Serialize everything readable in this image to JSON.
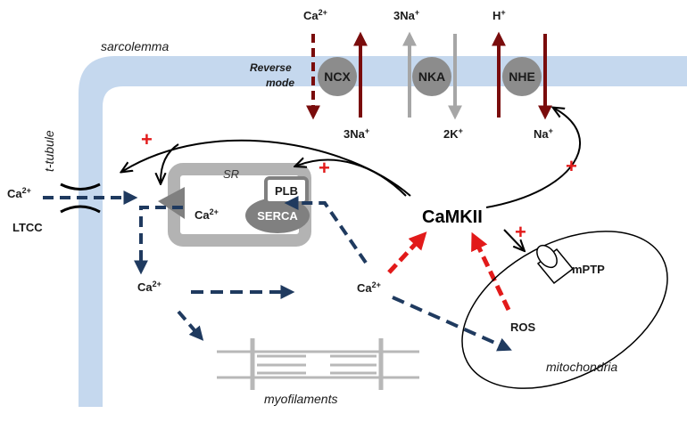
{
  "labels": {
    "sarcolemma": "sarcolemma",
    "t_tubule": "t-tubule",
    "reverse_mode_1": "Reverse",
    "reverse_mode_2": "mode",
    "ncx": "NCX",
    "nka": "NKA",
    "nhe": "NHE",
    "ca_top": "Ca",
    "three_na_top": "3Na",
    "h_top": "H",
    "three_na_bottom": "3Na",
    "two_k": "2K",
    "na_bottom": "Na",
    "ca_ltcc": "Ca",
    "ltcc": "LTCC",
    "sr": "SR",
    "plb": "PLB",
    "serca": "SERCA",
    "ca_sr": "Ca",
    "ca_left": "Ca",
    "ca_mid": "Ca",
    "camkii": "CaMKII",
    "mptp": "mPTP",
    "ros": "ROS",
    "mitochondria": "mitochondria",
    "myofilaments": "myofilaments",
    "plus": "+"
  },
  "superscripts": {
    "ca": "2+",
    "na": "+",
    "h": "+",
    "k": "+"
  },
  "colors": {
    "membrane": "#c5d8ee",
    "navy": "#1f3a5f",
    "darkred": "#7a0c0c",
    "gray": "#a6a6a6",
    "pump": "#8c8c8c",
    "red": "#e21a1a",
    "sr_border": "#b3b3b3",
    "serca": "#808080"
  }
}
